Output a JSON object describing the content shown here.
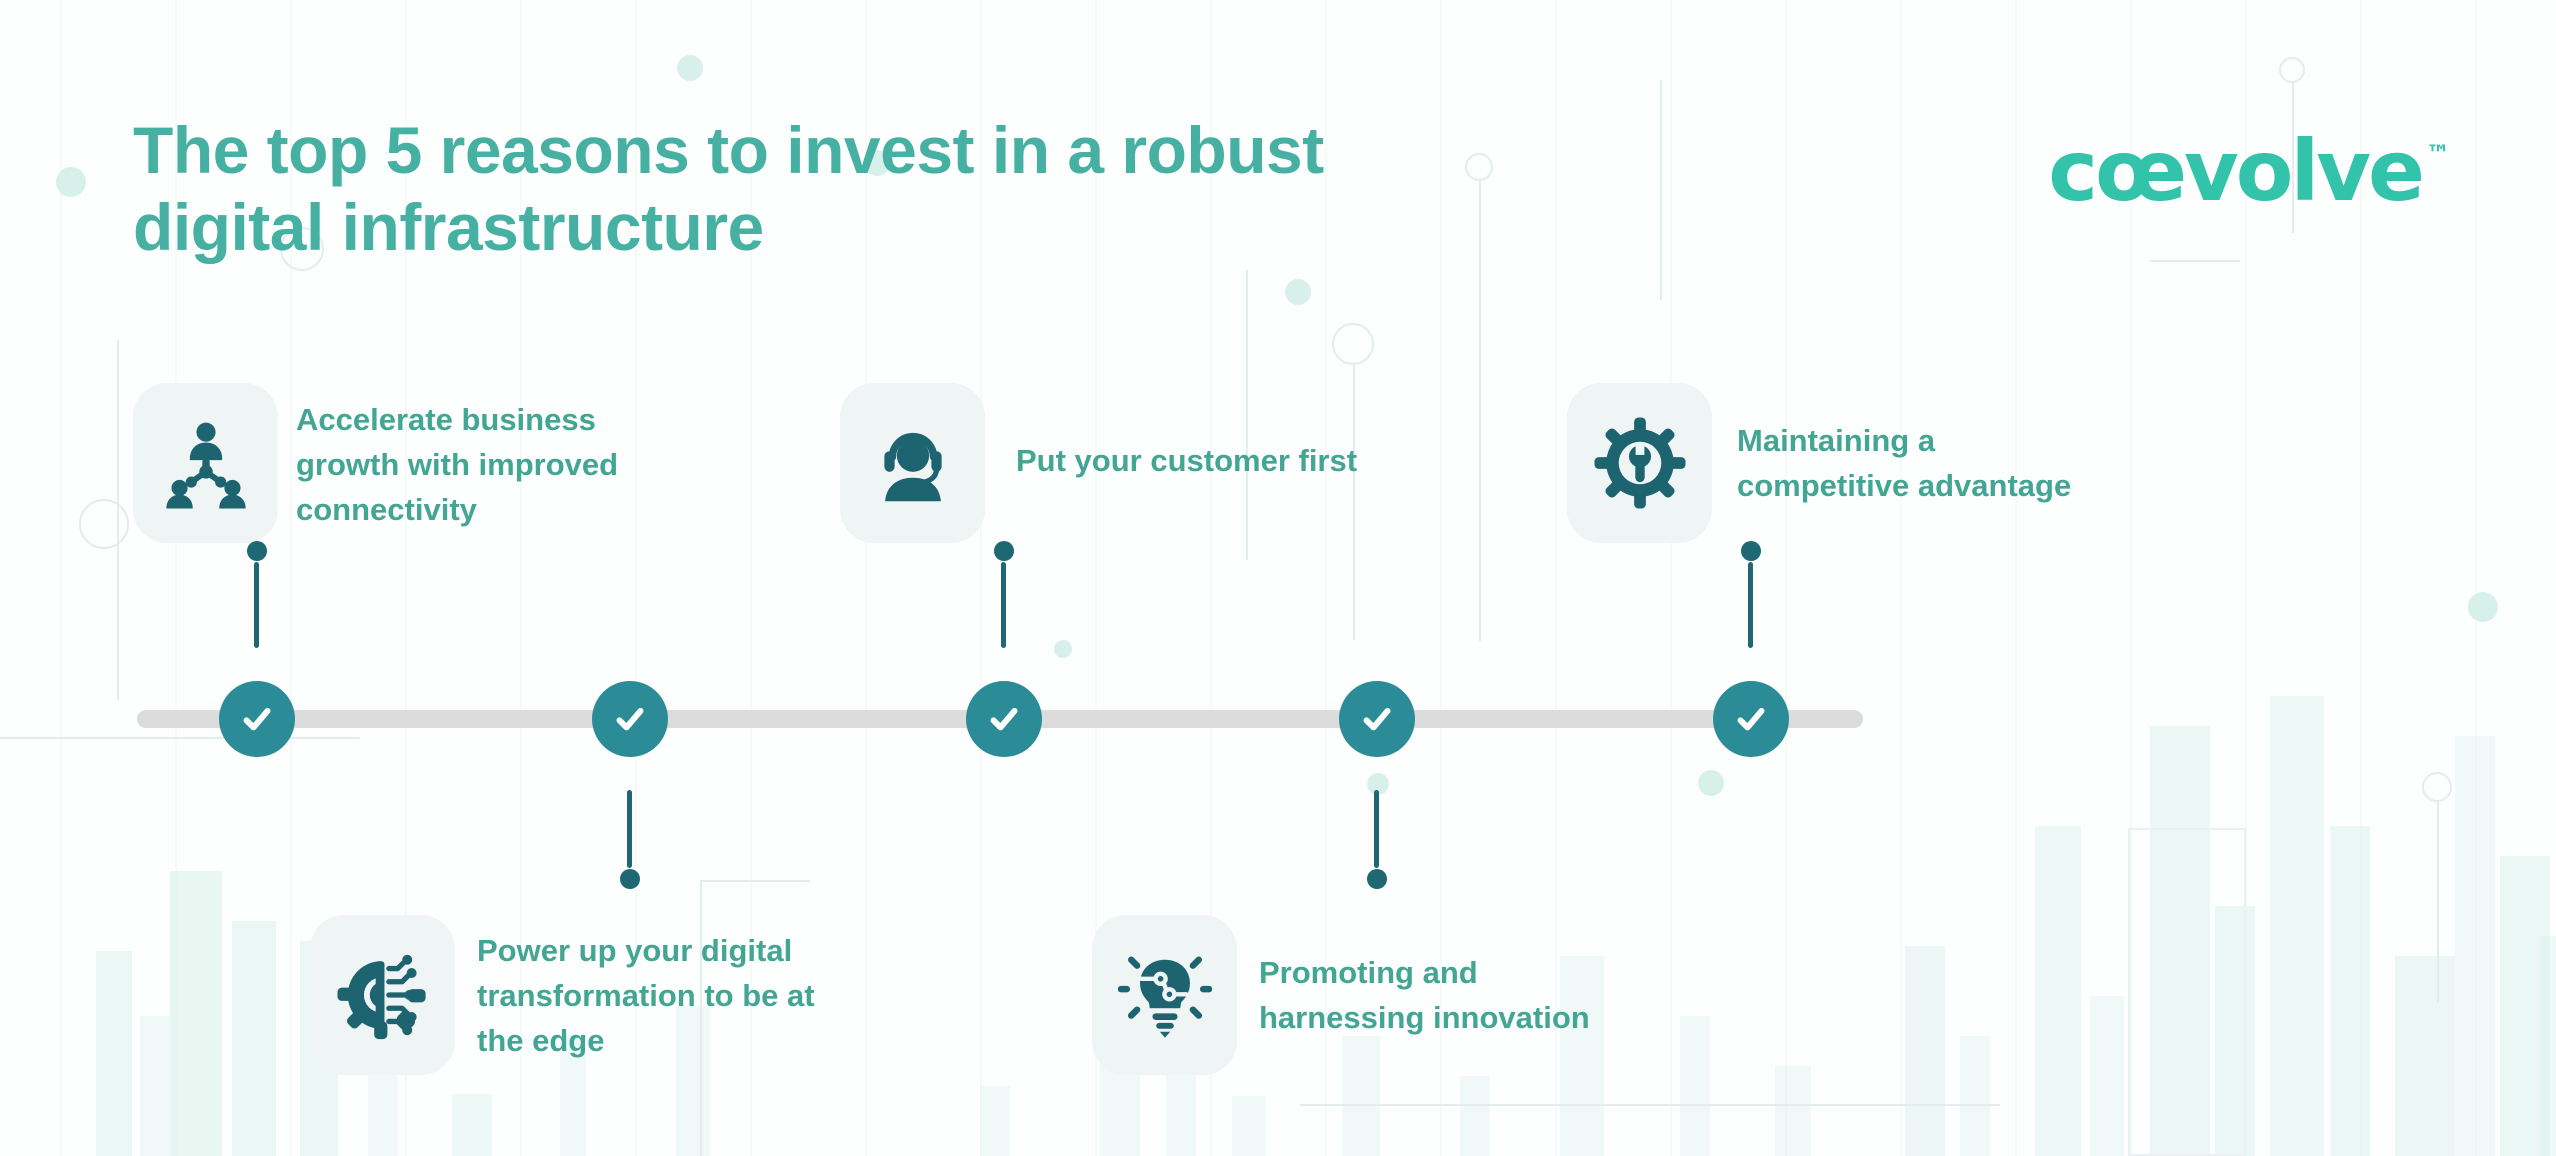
{
  "header": {
    "title": "The top 5 reasons to invest in a robust\ndigital infrastructure"
  },
  "logo": {
    "text": "cœvolve",
    "trademark": "™"
  },
  "timeline": {
    "items": [
      {
        "order": 1,
        "position": "top",
        "icon": "org-network-icon",
        "checked": true,
        "label": "Accelerate business\ngrowth with improved\nconnectivity"
      },
      {
        "order": 2,
        "position": "bottom",
        "icon": "gear-circuit-icon",
        "checked": true,
        "label": "Power up your digital\ntransformation to be at\nthe edge"
      },
      {
        "order": 3,
        "position": "top",
        "icon": "customer-headset-icon",
        "checked": true,
        "label": "Put your customer first"
      },
      {
        "order": 4,
        "position": "bottom",
        "icon": "lightbulb-circuit-icon",
        "checked": true,
        "label": "Promoting and\nharnessing innovation"
      },
      {
        "order": 5,
        "position": "top",
        "icon": "gear-wrench-icon",
        "checked": true,
        "label": "Maintaining a\ncompetitive advantage"
      }
    ]
  },
  "colors": {
    "title": "#46b1a3",
    "label": "#43a593",
    "icon": "#1d6470",
    "timeline_bar": "#dcdcdc",
    "check_circle": "#2b8c97",
    "connector": "#1e6874",
    "card_bg": "#eff4f5",
    "logo": "#33c3ab",
    "background": "#fdfefe",
    "decor_mint": "#d8f0ea"
  }
}
